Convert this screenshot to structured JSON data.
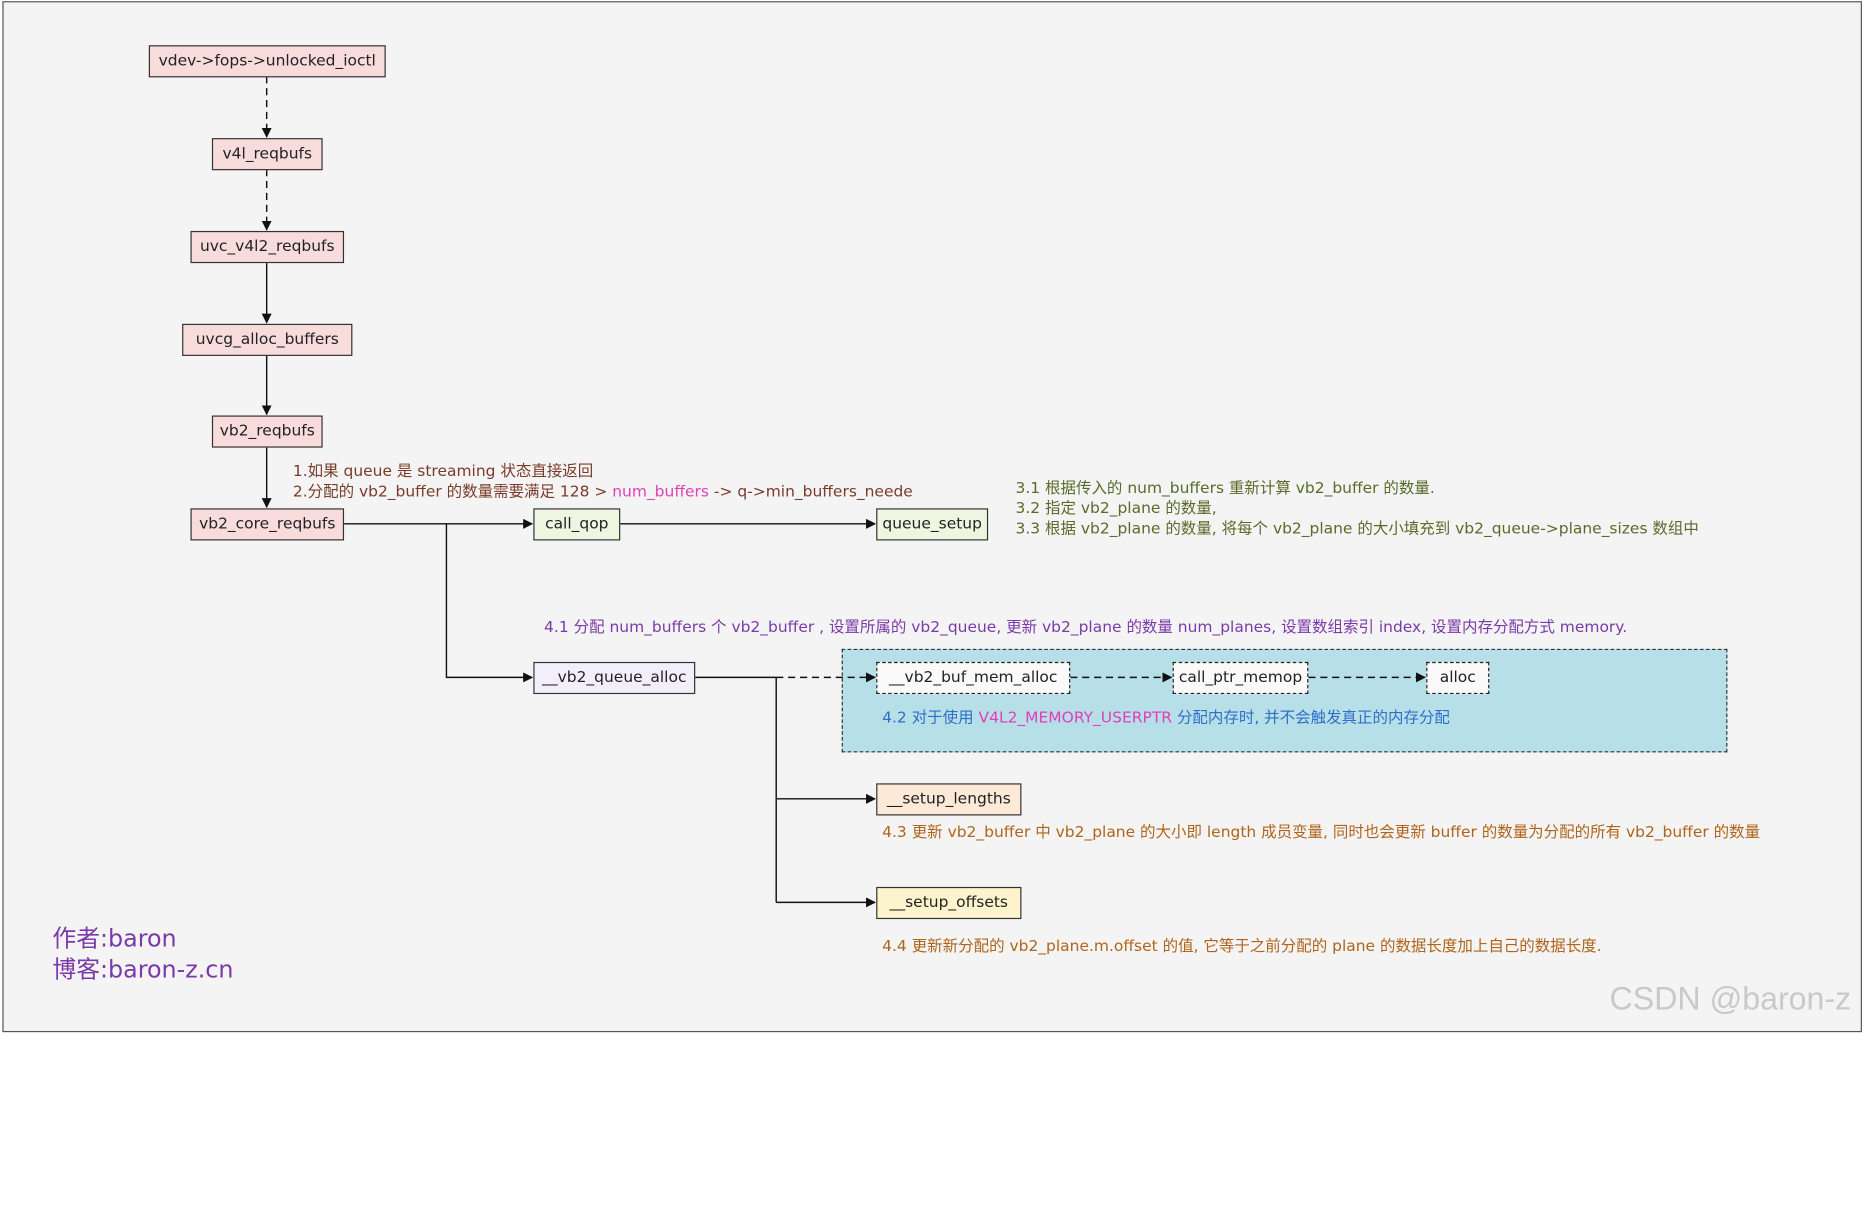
{
  "nodes": {
    "unlocked_ioctl": "vdev->fops->unlocked_ioctl",
    "v4l_reqbufs": "v4l_reqbufs",
    "uvc_v4l2_reqbufs": "uvc_v4l2_reqbufs",
    "uvcg_alloc_buffers": "uvcg_alloc_buffers",
    "vb2_reqbufs": "vb2_reqbufs",
    "vb2_core_reqbufs": "vb2_core_reqbufs",
    "call_qop": "call_qop",
    "queue_setup": "queue_setup",
    "vb2_queue_alloc": "__vb2_queue_alloc",
    "vb2_buf_mem_alloc": "__vb2_buf_mem_alloc",
    "call_ptr_memop": "call_ptr_memop",
    "alloc": "alloc",
    "setup_lengths": "__setup_lengths",
    "setup_offsets": "__setup_offsets"
  },
  "notes": {
    "note1": "1.如果 queue 是 streaming 状态直接返回",
    "note2_prefix": "2.分配的 vb2_buffer 的数量需要满足 128 > ",
    "note2_highlight": "num_buffers",
    "note2_suffix": " -> q->min_buffers_neede",
    "note3_1": "3.1 根据传入的 num_buffers 重新计算 vb2_buffer 的数量.",
    "note3_2": "3.2 指定 vb2_plane 的数量,",
    "note3_3": "3.3 根据 vb2_plane 的数量, 将每个 vb2_plane 的大小填充到 vb2_queue->plane_sizes 数组中",
    "note4_1": "4.1 分配 num_buffers 个 vb2_buffer , 设置所属的 vb2_queue, 更新 vb2_plane 的数量 num_planes, 设置数组索引 index, 设置内存分配方式 memory.",
    "note4_2_prefix": "4.2  对于使用 ",
    "note4_2_highlight": "V4L2_MEMORY_USERPTR",
    "note4_2_suffix": " 分配内存时, 并不会触发真正的内存分配",
    "note4_3": "4.3 更新 vb2_buffer 中 vb2_plane 的大小即 length 成员变量, 同时也会更新 buffer 的数量为分配的所有 vb2_buffer 的数量",
    "note4_4": "4.4 更新新分配的 vb2_plane.m.offset 的值, 它等于之前分配的 plane 的数据长度加上自己的数据长度."
  },
  "author": {
    "line1": "作者:baron",
    "line2": "博客:baron-z.cn"
  },
  "watermark": "CSDN @baron-z",
  "colors": {
    "pink_box": "#f8dcdc",
    "green_box": "#eef6e2",
    "blue_region": "#b7dfe8",
    "orange_box": "#fde9d8",
    "yellow_box": "#fdf3cc",
    "highlight": "#e040b8"
  }
}
